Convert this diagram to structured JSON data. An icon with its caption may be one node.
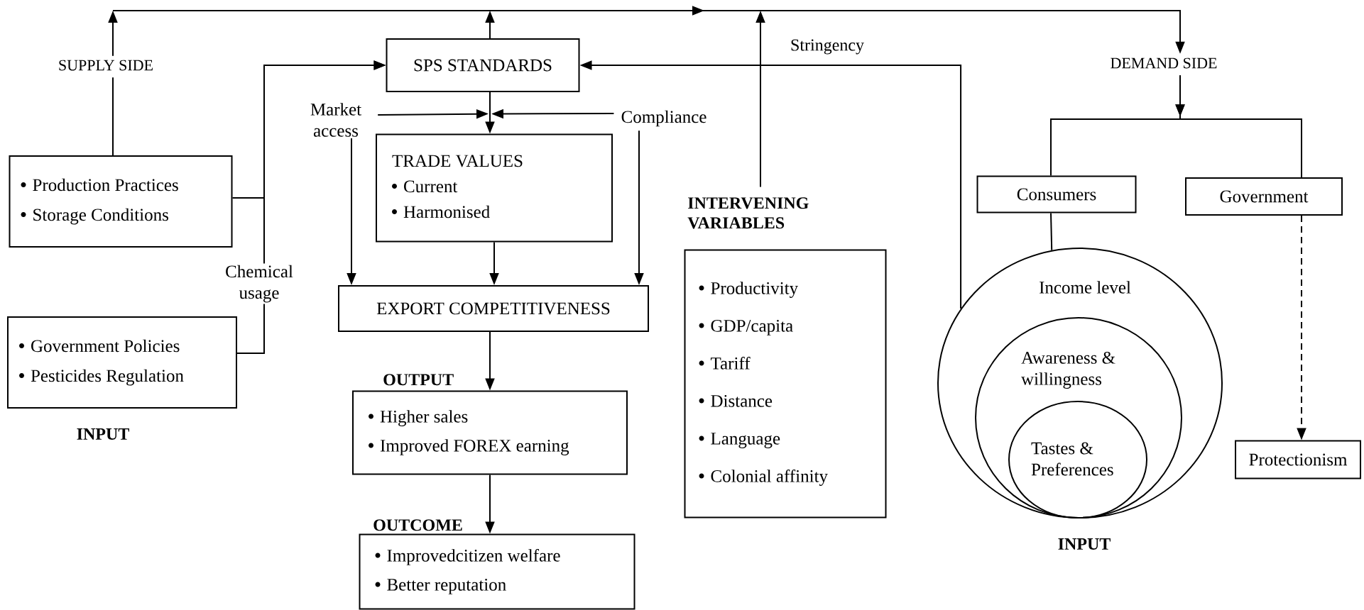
{
  "diagram": {
    "nodes": [
      {
        "text": [
          "SUPPLY SIDE"
        ]
      },
      {
        "text": [
          "Production Practices",
          "Storage Conditions"
        ]
      },
      {
        "text": [
          "Government Policies",
          "Pesticides Regulation"
        ]
      },
      {
        "text": [
          "Chemical usage"
        ]
      },
      {
        "text": [
          "SPS STANDARDS"
        ]
      },
      {
        "text": [
          "Market access"
        ]
      },
      {
        "text": [
          "Compliance"
        ]
      },
      {
        "text": [
          "TRADE VALUES",
          "Current",
          "Harmonised"
        ]
      },
      {
        "text": [
          "EXPORT COMPETITIVENESS"
        ]
      },
      {
        "text": [
          "OUTPUT",
          "Higher sales",
          "Improved FOREX earning"
        ]
      },
      {
        "text": [
          "OUTCOME",
          "Improvedcitizen welfare",
          "Better reputation"
        ]
      },
      {
        "text": [
          "INTERVENING VARIABLES",
          "Productivity",
          "GDP/capita",
          "Tariff",
          "Distance",
          "Language",
          "Colonial affinity"
        ]
      },
      {
        "text": [
          "DEMAND SIDE"
        ]
      },
      {
        "text": [
          "Consumers"
        ]
      },
      {
        "text": [
          "Government"
        ]
      },
      {
        "text": [
          "Income level"
        ]
      },
      {
        "text": [
          "Awareness & willingness"
        ],
        "in": 15
      },
      {
        "text": [
          "Tastes & Preferences"
        ],
        "in": 16
      },
      {
        "text": [
          "Protectionism"
        ]
      }
    ],
    "edges": [
      {
        "from": 1,
        "to": 0,
        "arrow": "none"
      },
      {
        "from": null,
        "to": 12,
        "arrow": "to"
      },
      {
        "from": 4,
        "to": null,
        "arrow": "to"
      },
      {
        "from": 11,
        "to": null,
        "arrow": "to"
      },
      {
        "from": 12,
        "to": 13,
        "arrow": "to"
      },
      {
        "from": 12,
        "to": 14,
        "arrow": "to"
      },
      {
        "from": 13,
        "to": 15,
        "arrow": "none"
      },
      {
        "from": 14,
        "to": 18,
        "arrow": "to",
        "style": "dashed"
      },
      {
        "from": 15,
        "to": 4,
        "arrow": "to",
        "label": "Stringency"
      },
      {
        "from": 1,
        "to": 4,
        "arrow": "to"
      },
      {
        "from": 2,
        "to": 3,
        "arrow": "none"
      },
      {
        "from": 3,
        "to": 4,
        "arrow": "to"
      },
      {
        "from": 4,
        "to": 7,
        "arrow": "to"
      },
      {
        "from": 5,
        "to": 7,
        "arrow": "to"
      },
      {
        "from": 6,
        "to": 7,
        "arrow": "to"
      },
      {
        "from": 5,
        "to": 8,
        "arrow": "to"
      },
      {
        "from": 6,
        "to": 8,
        "arrow": "to"
      },
      {
        "from": 7,
        "to": 8,
        "arrow": "to"
      },
      {
        "from": 8,
        "to": 9,
        "arrow": "to"
      },
      {
        "from": 9,
        "to": 10,
        "arrow": "to"
      },
      {
        "from": 0,
        "to": null,
        "arrow": "to"
      }
    ],
    "labels": [
      "INPUT",
      "INPUT"
    ]
  }
}
